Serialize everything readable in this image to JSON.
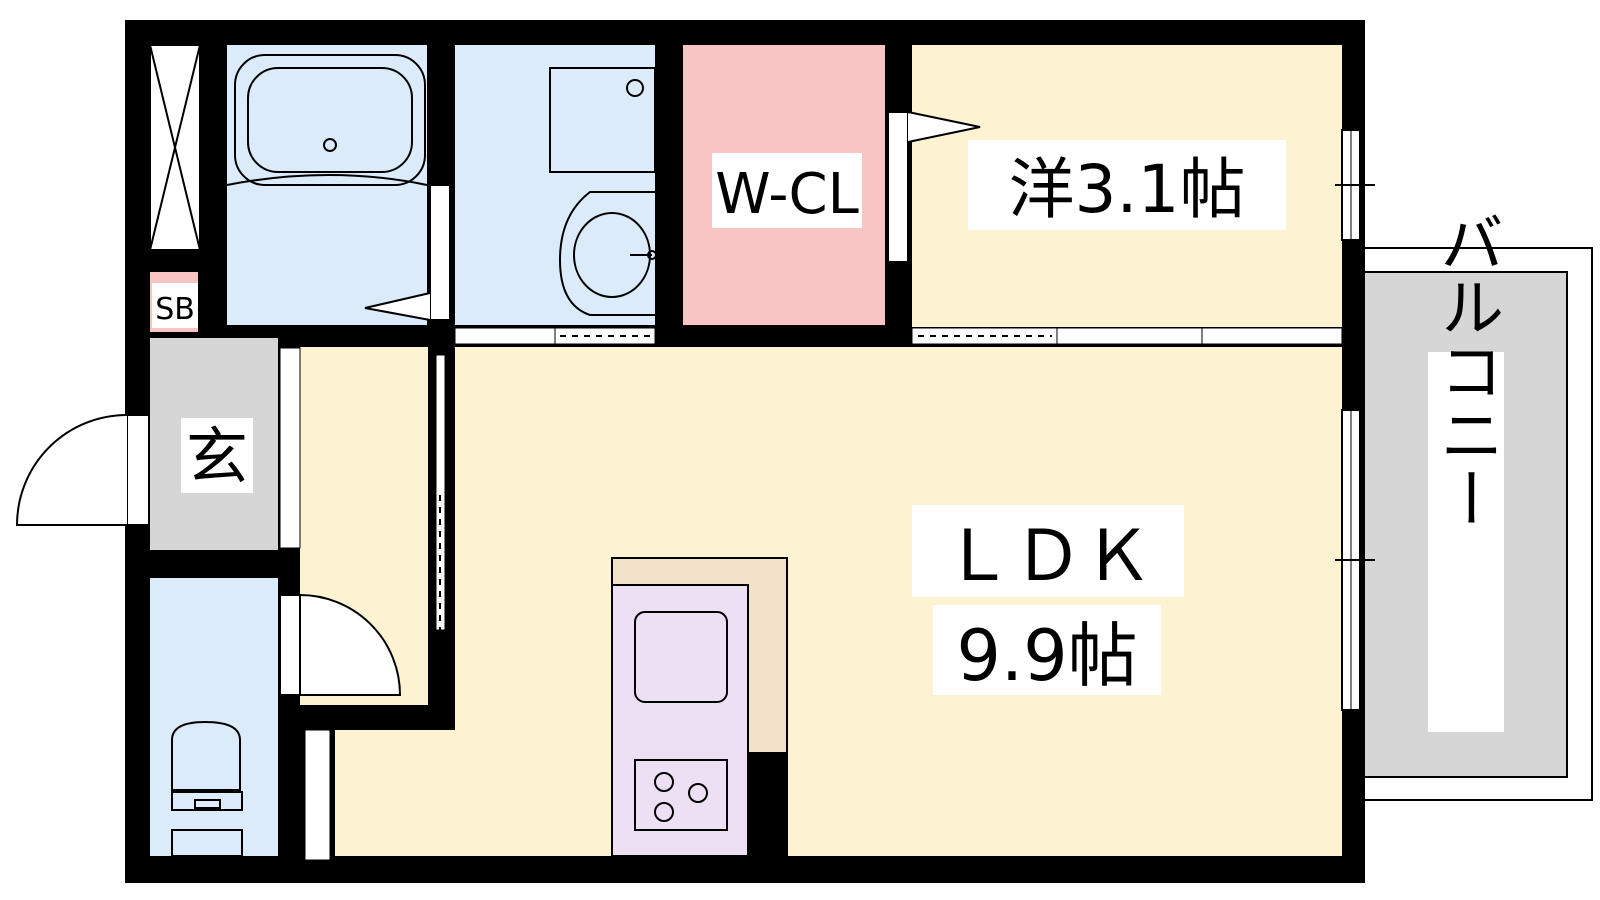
{
  "rooms": {
    "western_room": "洋3.1帖",
    "walk_in_closet": "W-CL",
    "ldk_name": "ＬＤＫ",
    "ldk_size": "9.9帖",
    "entrance": "玄",
    "shoe_box": "SB",
    "balcony": "バルコニー"
  },
  "colors": {
    "wall": "#000000",
    "living": "#fdf2d2",
    "wet_area": "#dcebfa",
    "closet": "#f9c4c4",
    "entrance": "#d6d6d6",
    "kitchen": "#ede0f4",
    "counter": "#f1e2c9",
    "balcony": "#d6d6d6"
  }
}
